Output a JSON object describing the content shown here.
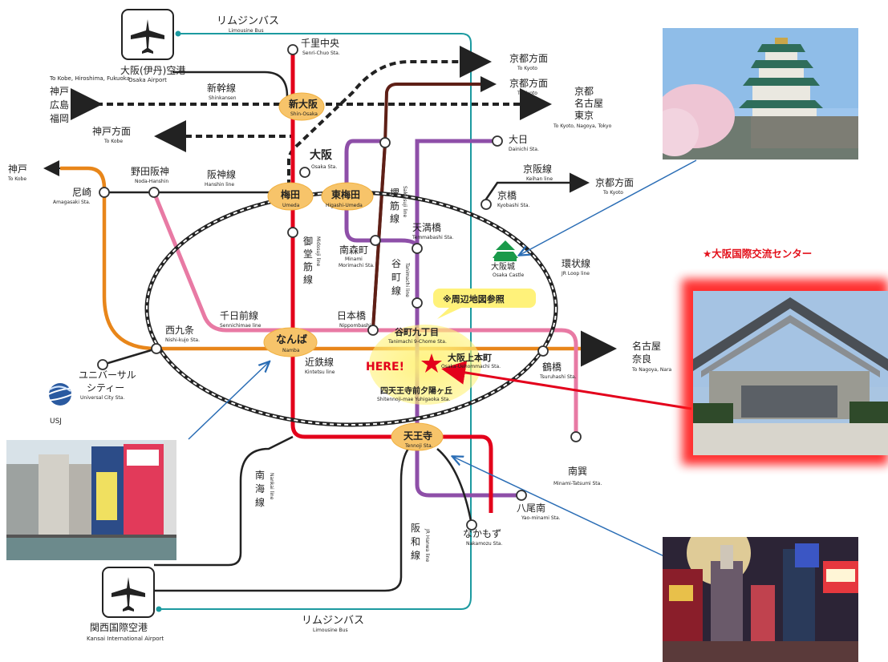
{
  "map_title": "★大阪国際交流センター",
  "airports": {
    "itami": {
      "name": "大阪(伊丹)空港",
      "name_en": "Osaka Airport"
    },
    "kansai": {
      "name": "関西国際空港",
      "name_en": "Kansai International Airport"
    }
  },
  "limousine_top": {
    "name": "リムジンバス",
    "name_en": "Limousine Bus"
  },
  "limousine_bottom": {
    "name": "リムジンバス",
    "name_en": "Limousine Bus"
  },
  "shinkansen": {
    "name": "新幹線",
    "name_en": "Shinkansen"
  },
  "destinations": {
    "west": {
      "en": "To Kobe, Hiroshima, Fukuoka",
      "ja1": "神戸",
      "ja2": "広島",
      "ja3": "福岡"
    },
    "east": {
      "ja1": "京都",
      "ja2": "名古屋",
      "ja3": "東京",
      "en": "To Kyoto, Nagoya, Tokyo"
    },
    "kyoto1": {
      "ja": "京都方面",
      "en": "To Kyoto"
    },
    "kyoto2": {
      "ja": "京都方面",
      "en": "To Kyoto"
    },
    "kyoto3": {
      "ja": "京都方面",
      "en": "To Kyoto"
    },
    "kobe_dir": {
      "ja": "神戸方面",
      "en": "To Kobe"
    },
    "kobe": {
      "ja": "神戸",
      "en": "To Kobe"
    },
    "nagoya_nara": {
      "ja1": "名古屋",
      "ja2": "奈良",
      "en": "To Nagoya, Nara"
    }
  },
  "stations": {
    "senri_chuo": {
      "ja": "千里中央",
      "en": "Senri-Chuo Sta."
    },
    "shin_osaka": {
      "ja": "新大阪",
      "en": "Shin-Osaka"
    },
    "osaka": {
      "ja": "大阪",
      "en": "Osaka Sta."
    },
    "umeda": {
      "ja": "梅田",
      "en": "Umeda"
    },
    "higashi_umeda": {
      "ja": "東梅田",
      "en": "Higashi-Umeda"
    },
    "dainichi": {
      "ja": "大日",
      "en": "Dainichi Sta."
    },
    "kyobashi": {
      "ja": "京橋",
      "en": "Kyobashi Sta."
    },
    "noda_hanshin": {
      "ja": "野田阪神",
      "en": "Noda-Hanshin"
    },
    "amagasaki": {
      "ja": "尼崎",
      "en": "Amagasaki Sta."
    },
    "temmabashi": {
      "ja": "天満橋",
      "en": "Temmabashi Sta."
    },
    "minami_morimachi": {
      "ja": "南森町",
      "en1": "Minami",
      "en2": "Morimachi Sta."
    },
    "osaka_castle": {
      "ja": "大阪城",
      "en": "Osaka Castle"
    },
    "nippombashi": {
      "ja": "日本橋",
      "en": "Nippombashi"
    },
    "tanimachi9": {
      "ja": "谷町九丁目",
      "en": "Tanimachi 9-Chome Sta."
    },
    "nishikujo": {
      "ja": "西九条",
      "en": "Nishi-kujo Sta."
    },
    "namba": {
      "ja": "なんば",
      "en": "Namba"
    },
    "uehommachi": {
      "ja": "大阪上本町",
      "en": "Osaka-Uehommachi Sta."
    },
    "tsuruhashi": {
      "ja": "鶴橋",
      "en": "Tsuruhashi Sta."
    },
    "shitennoji": {
      "ja": "四天王寺前夕陽ヶ丘",
      "en": "Shitennoji-mae Yuhigaoka Sta."
    },
    "universal_city": {
      "ja1": "ユニバーサル",
      "ja2": "シティー",
      "en": "Universal City Sta."
    },
    "tennoji": {
      "ja": "天王寺",
      "en": "Tennoji Sta."
    },
    "minami_tatsumi": {
      "ja": "南巽",
      "en": "Minami-Tatsumi Sta."
    },
    "yao_minami": {
      "ja": "八尾南",
      "en": "Yao-minami Sta."
    },
    "nakamozu": {
      "ja": "なかもず",
      "en": "Nakamozu Sta."
    }
  },
  "lines": {
    "keihan": {
      "ja": "京阪線",
      "en": "Keihan line"
    },
    "hanshin": {
      "ja": "阪神線",
      "en": "Hanshin line"
    },
    "sakaisuji": {
      "ja1": "堺",
      "ja2": "筋",
      "ja3": "線",
      "en": "Sakaisuji line"
    },
    "midosuji": {
      "ja1": "御",
      "ja2": "堂",
      "ja3": "筋",
      "ja4": "線",
      "en": "Midosuji line"
    },
    "tanimachi": {
      "ja1": "谷",
      "ja2": "町",
      "ja3": "線",
      "en": "Tanimachi line"
    },
    "loop": {
      "ja": "環状線",
      "en": "JR Loop line"
    },
    "sennichimae": {
      "ja": "千日前線",
      "en": "Sennichimae line"
    },
    "kintetsu": {
      "ja": "近鉄線",
      "en": "Kintetsu line"
    },
    "nankai": {
      "ja1": "南",
      "ja2": "海",
      "ja3": "線",
      "en": "Nankai line"
    },
    "hanwa": {
      "ja1": "阪",
      "ja2": "和",
      "ja3": "線",
      "en": "JR Hanwa line"
    }
  },
  "notes": {
    "nearby_map": "※周辺地図参照",
    "here": "HERE!",
    "usj": "USJ"
  },
  "colors": {
    "midosuji": "#e3001b",
    "tanimachi": "#8e4fa8",
    "sakaisuji": "#5e1f16",
    "sennichimae": "#e87aa4",
    "jr_main": "#e8861a",
    "limousine": "#1c9aa0",
    "loop": "#222222",
    "highlight": "#f7c46a"
  },
  "icons": [
    "airplane-icon",
    "castle-icon",
    "globe-icon",
    "star-icon"
  ]
}
